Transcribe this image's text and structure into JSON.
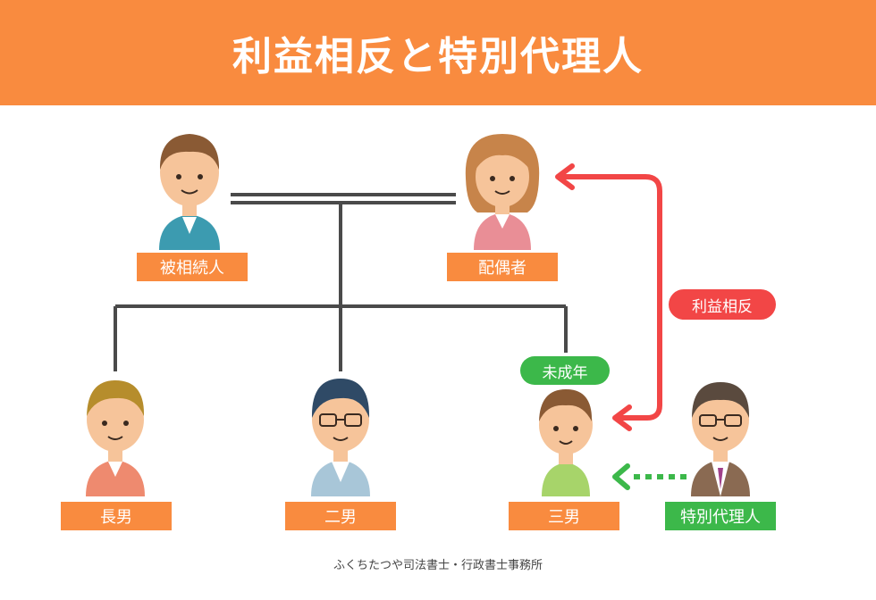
{
  "title": "利益相反と特別代理人",
  "people": {
    "deceased": "被相続人",
    "spouse": "配偶者",
    "eldest_son": "長男",
    "second_son": "二男",
    "third_son": "三男",
    "special_agent": "特別代理人"
  },
  "badges": {
    "conflict": "利益相反",
    "minor": "未成年"
  },
  "footer": "ふくちたつや司法書士・行政書士事務所",
  "colors": {
    "header": "#f98b3f",
    "label_orange": "#f98b3f",
    "label_green": "#3cb84a",
    "conflict_arrow": "#f24646",
    "agent_arrow": "#3cb84a",
    "tree_line": "#4a4a4a"
  }
}
